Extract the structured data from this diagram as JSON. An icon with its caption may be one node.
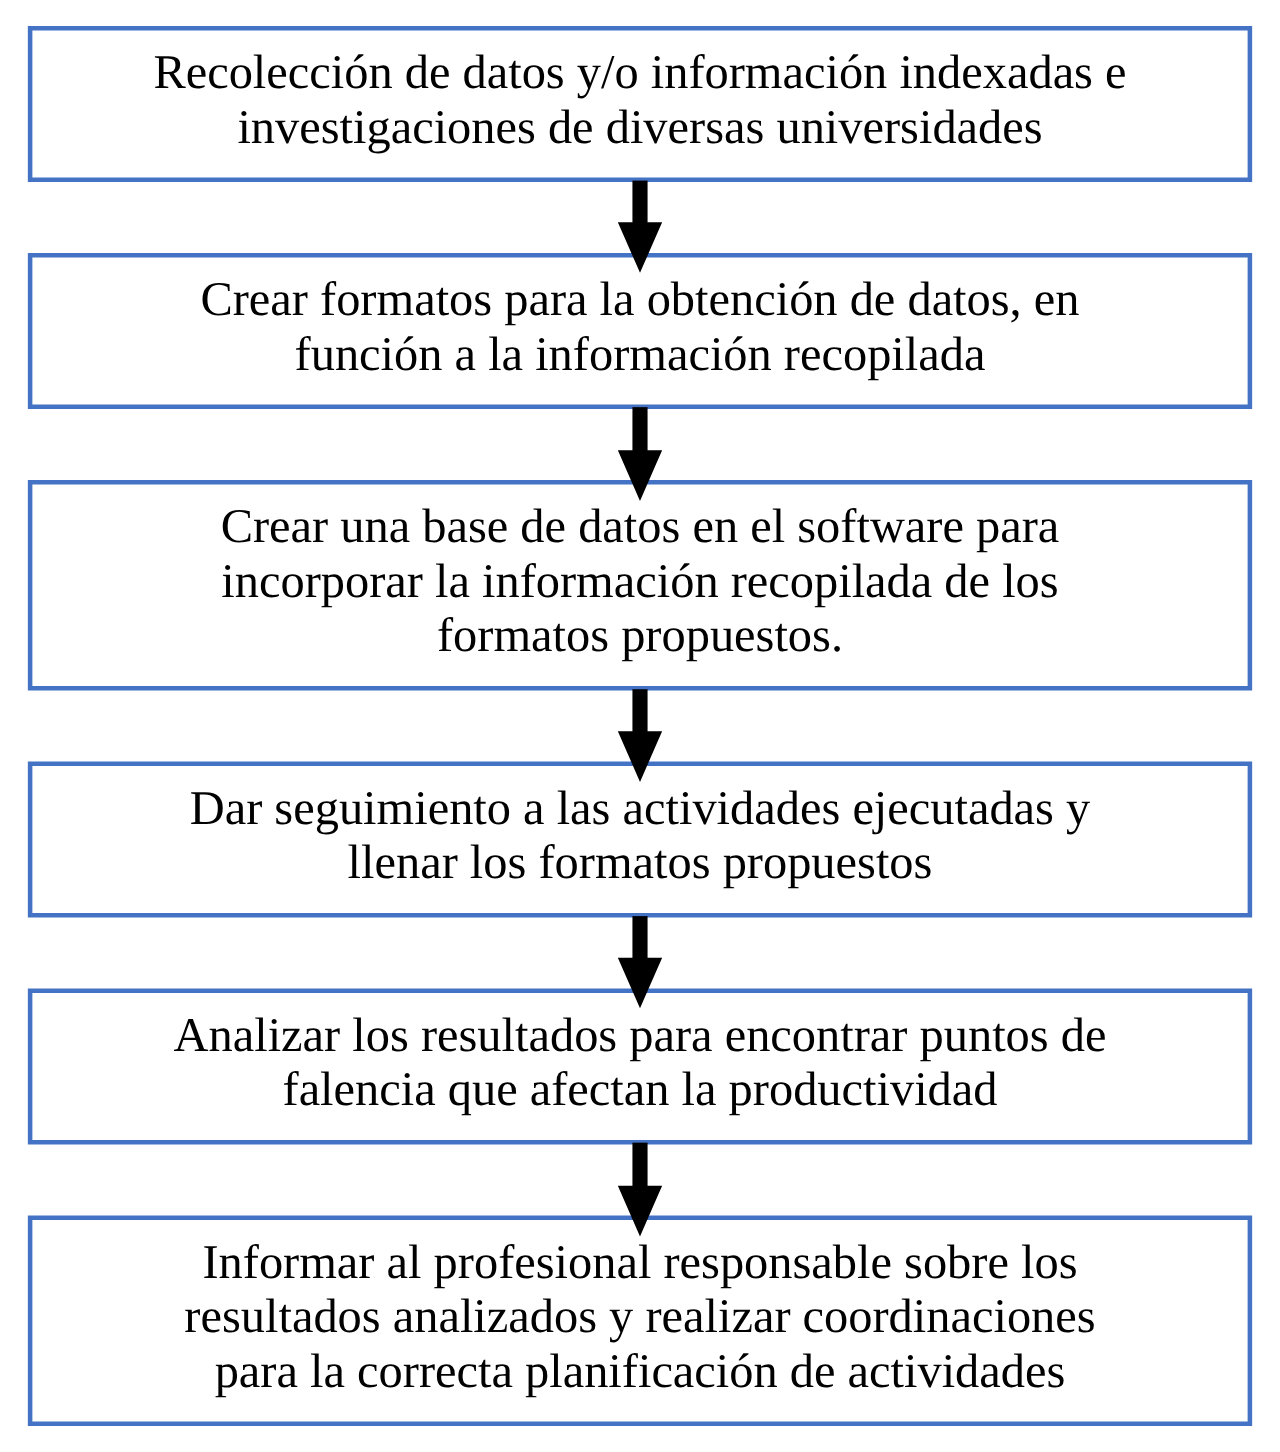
{
  "diagram": {
    "nodes": [
      {
        "text": [
          "Recolección de datos y/o información indexadas e investigaciones de diversas universidades"
        ]
      },
      {
        "text": [
          "Crear formatos para la obtención de datos, en función a la información recopilada"
        ]
      },
      {
        "text": [
          "Crear una base de datos en el software para incorporar la información recopilada de los formatos propuestos."
        ]
      },
      {
        "text": [
          "Dar seguimiento a las actividades ejecutadas y llenar los formatos propuestos"
        ]
      },
      {
        "text": [
          "Analizar los resultados para encontrar puntos de falencia que afectan la productividad"
        ]
      },
      {
        "text": [
          "Informar al profesional responsable sobre los resultados analizados y realizar coordinaciones para la correcta planificación de actividades"
        ]
      }
    ],
    "edges": [
      {
        "from": 0,
        "to": 1,
        "arrow": "to"
      },
      {
        "from": 1,
        "to": 2,
        "arrow": "to"
      },
      {
        "from": 2,
        "to": 3,
        "arrow": "to"
      },
      {
        "from": 3,
        "to": 4,
        "arrow": "to"
      },
      {
        "from": 4,
        "to": 5,
        "arrow": "to"
      }
    ]
  }
}
